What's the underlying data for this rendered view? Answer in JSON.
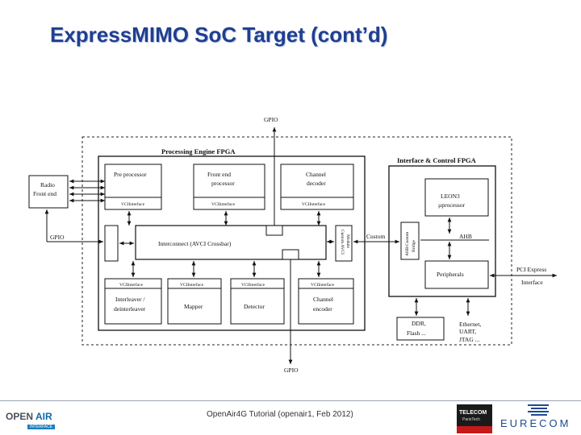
{
  "slide": {
    "title": "ExpressMIMO SoC Target (cont’d)"
  },
  "diagram": {
    "gpio_top": "GPIO",
    "gpio_bottom": "GPIO",
    "gpio_left": "GPIO",
    "radio_front_end": [
      "Radio",
      "Front  end"
    ],
    "processing_fpga_label": "Processing Engine FPGA",
    "interface_fpga_label": "Interface & Control FPGA",
    "top_units": [
      {
        "name": [
          "Pre  processor"
        ],
        "vci": "VCIInterface"
      },
      {
        "name": [
          "Front  end",
          "processor"
        ],
        "vci": "VCIInterface"
      },
      {
        "name": [
          "Channel",
          "decoder"
        ],
        "vci": "VCIInterface"
      }
    ],
    "bottom_units": [
      {
        "name": [
          "Interleaver /",
          "deinterleaver"
        ],
        "vci": "VCIInterface"
      },
      {
        "name": [
          "Mapper"
        ],
        "vci": "VCIInterface"
      },
      {
        "name": [
          "Detector"
        ],
        "vci": "VCIInterface"
      },
      {
        "name": [
          "Channel",
          "encoder"
        ],
        "vci": "VCIInterface"
      }
    ],
    "interconnect": "Interconnect (AVCI Crossbar)",
    "custom_avci_module": [
      "Custom AVCI",
      "Module"
    ],
    "custom": "Custom",
    "ahb_custom_bridge": [
      "AHB/Custom",
      "Bridge"
    ],
    "leon3": [
      "LEON3",
      "µprocessor"
    ],
    "ahb": "AHB",
    "peripherals": "Peripherals",
    "pci_express": [
      "PCI Express",
      "Interface"
    ],
    "ddr_flash": [
      "DDR,",
      "Flash ..."
    ],
    "ethernet_uart_jtag": [
      "Ethernet,",
      "UART,",
      "JTAG ..."
    ]
  },
  "footer": {
    "text": "OpenAir4G Tutorial (openair1, Feb 2012)",
    "logo_oai_open": "OPEN",
    "logo_oai_air": "AIR",
    "logo_oai_sub": "INTERFACE",
    "logo_telecom_name": "TELECOM",
    "logo_telecom_sub": "ParisTech",
    "logo_eurecom": "EURECOM"
  },
  "colors": {
    "title": "#1f3f8f",
    "line": "#111111"
  }
}
